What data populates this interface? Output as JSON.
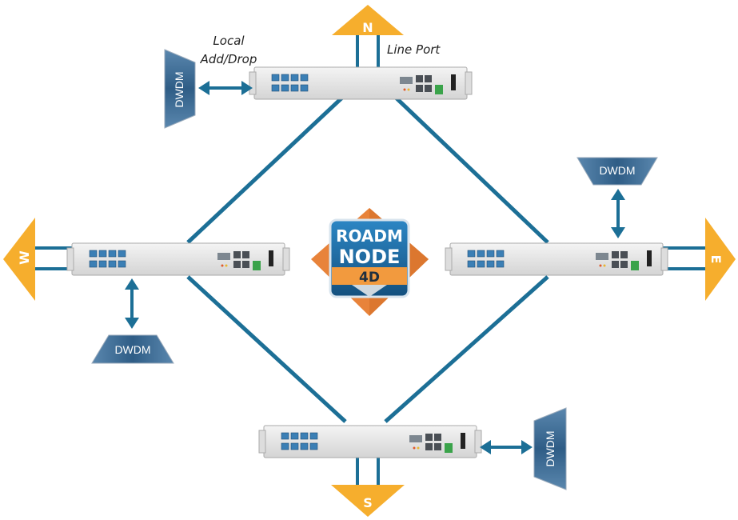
{
  "labels": {
    "local_add_drop_line1": "Local",
    "local_add_drop_line2": "Add/Drop",
    "line_port": "Line Port"
  },
  "directions": {
    "north": "N",
    "south": "S",
    "east": "E",
    "west": "W"
  },
  "dwdm_units": {
    "north": "DWDM",
    "east": "DWDM",
    "west": "DWDM",
    "south": "DWDM"
  },
  "badge": {
    "line1": "ROADM",
    "line2": "NODE",
    "line3": "4D"
  },
  "colors": {
    "link": "#1c6f96",
    "arrow": "#f6ae2d",
    "dwdm": "#3f6c93",
    "badge_orange": "#e8833a",
    "badge_blue": "#1d6ea8"
  }
}
